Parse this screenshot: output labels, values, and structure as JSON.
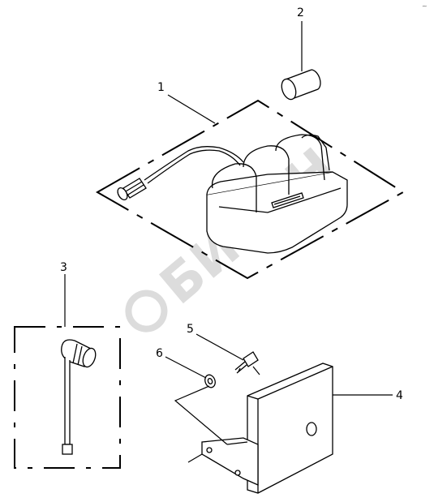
{
  "diagram": {
    "callouts": [
      {
        "id": "1",
        "label": "1"
      },
      {
        "id": "2",
        "label": "2"
      },
      {
        "id": "3",
        "label": "3"
      },
      {
        "id": "4",
        "label": "4"
      },
      {
        "id": "5",
        "label": "5"
      },
      {
        "id": "6",
        "label": "6"
      }
    ],
    "watermark": "БИЗОН",
    "corner_mark": "~"
  },
  "colors": {
    "line": "#000000",
    "watermark": "#dcdcdc",
    "background": "#ffffff"
  }
}
